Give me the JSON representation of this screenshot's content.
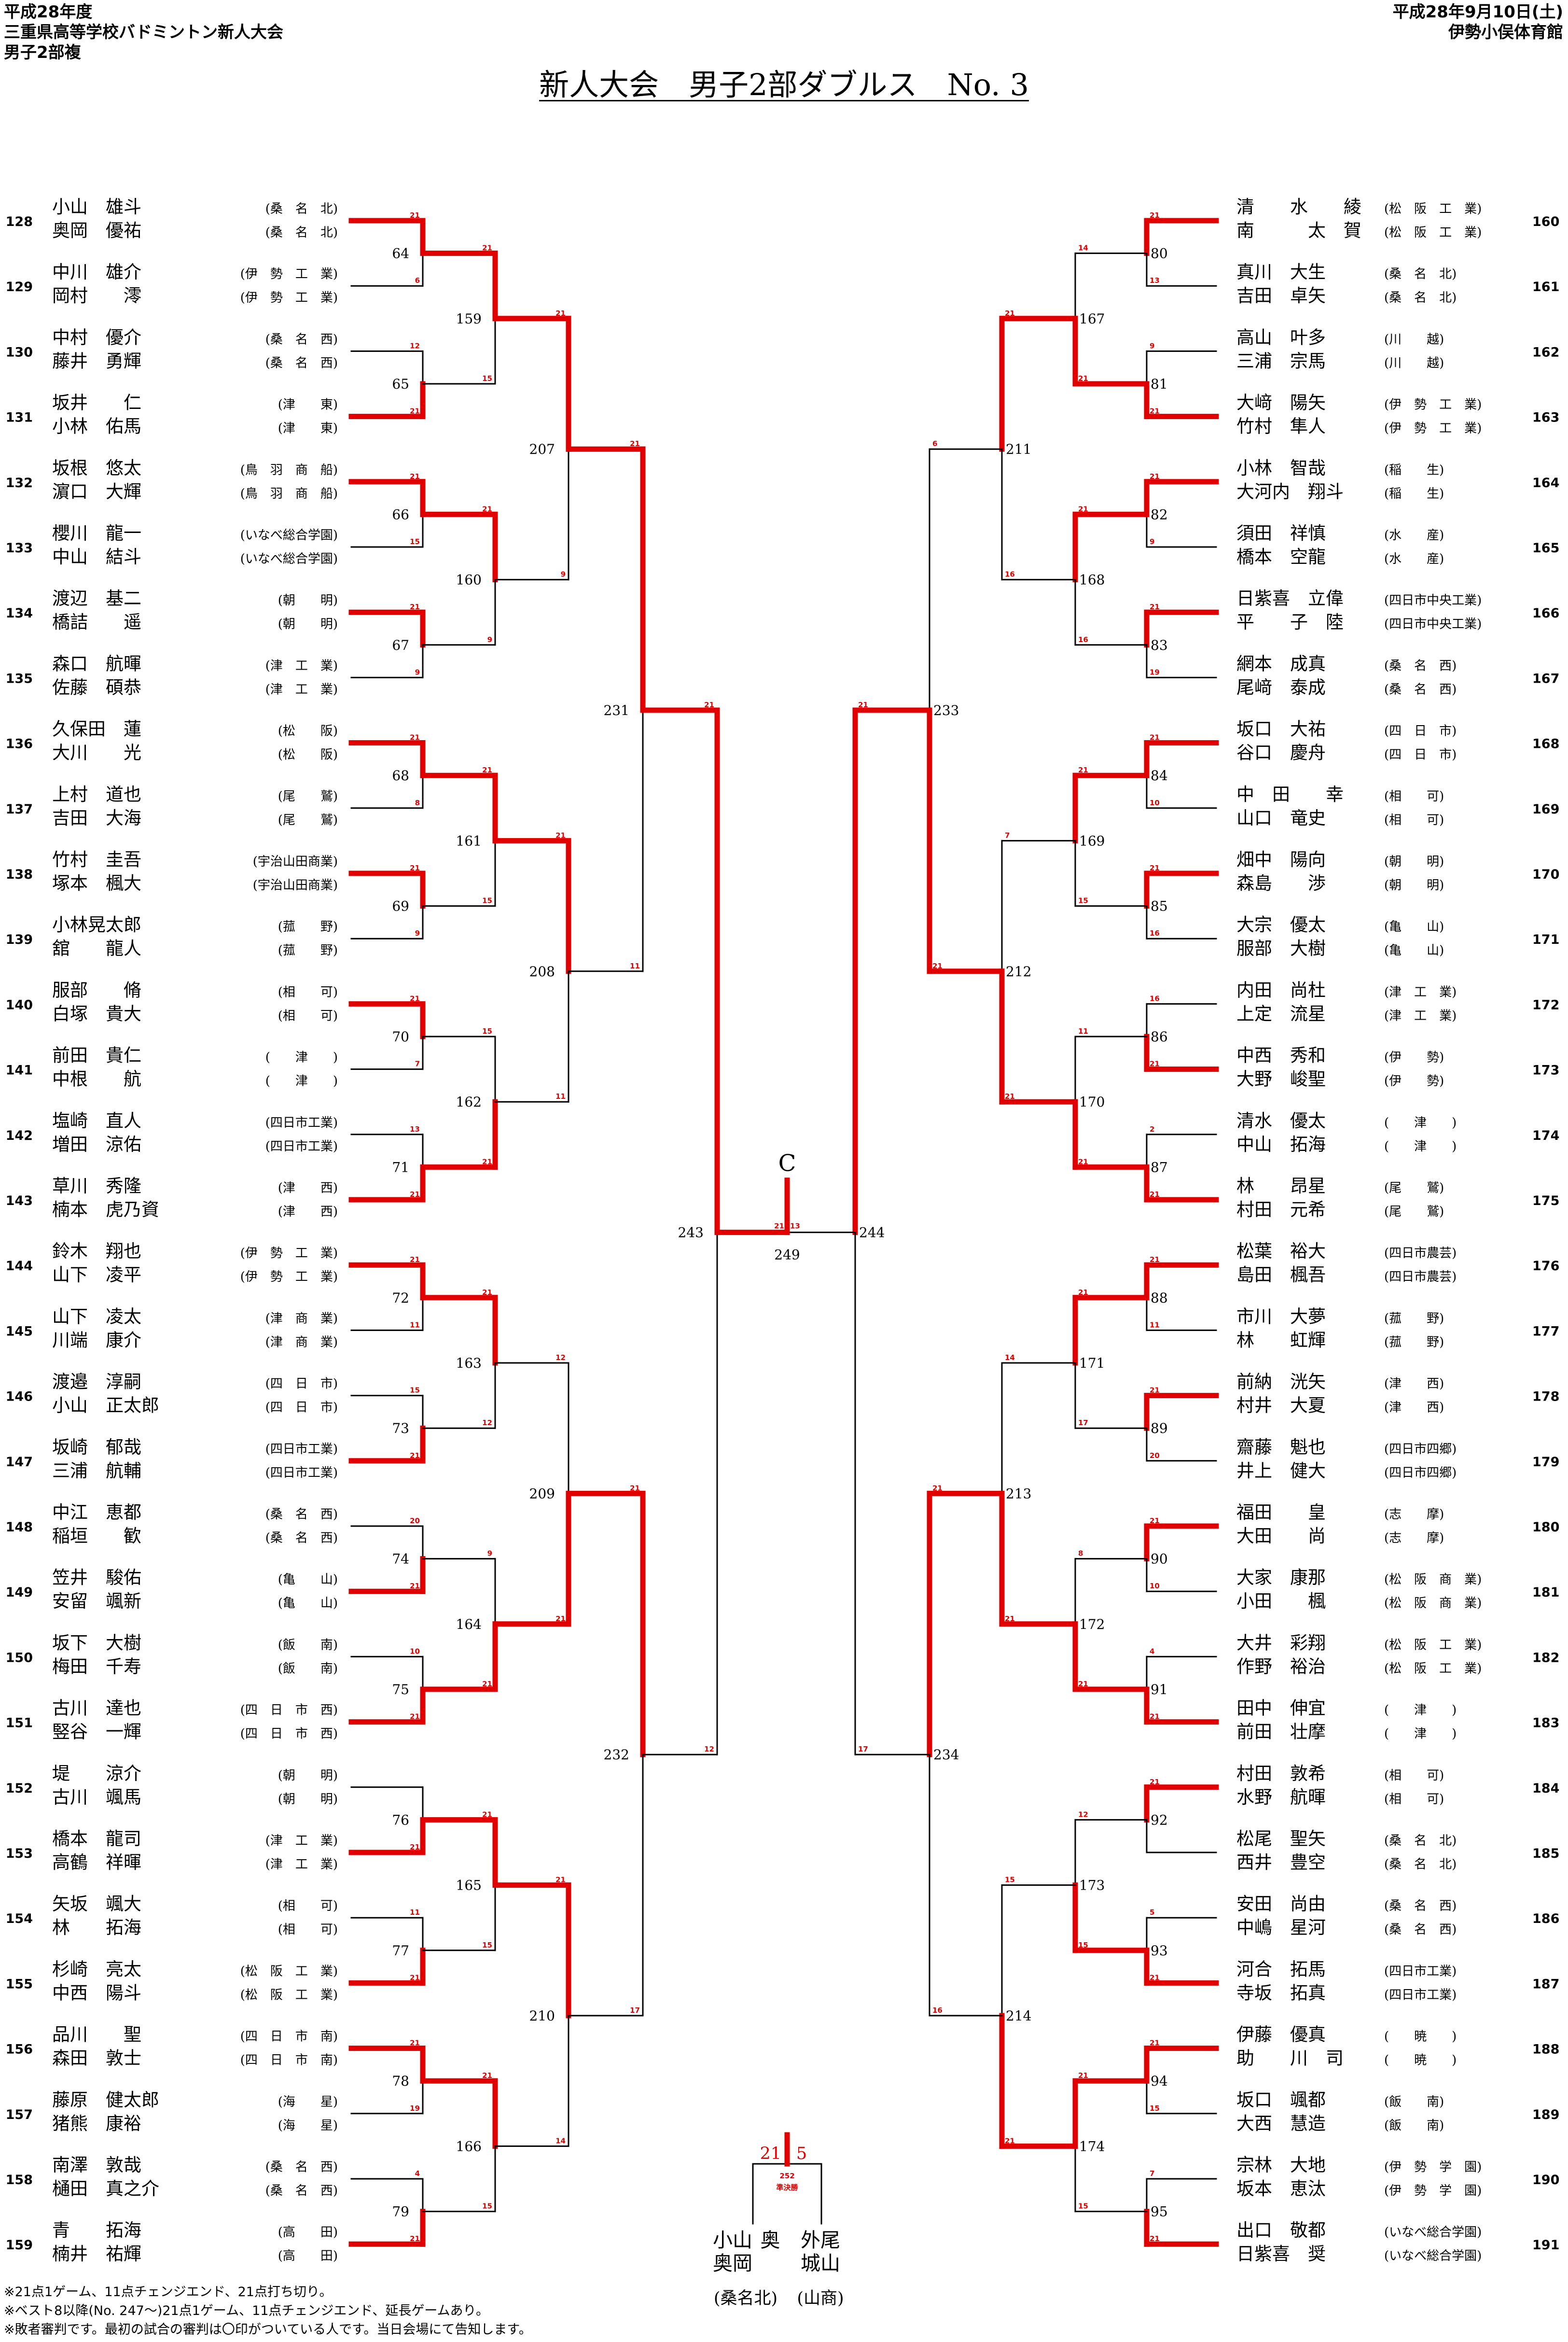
{
  "header": {
    "left": [
      "平成28年度",
      "三重県高等学校バドミントン新人大会",
      "男子2部複"
    ],
    "right": [
      "平成28年9月10日(土)",
      "伊勢小俣体育館"
    ]
  },
  "title": "新人大会　男子2部ダブルス　No. 3",
  "colors": {
    "winner_line": "#e00000",
    "line": "#000000"
  },
  "left_entries": [
    {
      "seed": "128",
      "p1": "小山　雄斗",
      "s1": "(桑　名　北)",
      "p2": "奥岡　優祐",
      "s2": "(桑　名　北)"
    },
    {
      "seed": "129",
      "p1": "中川　雄介",
      "s1": "(伊　勢　工　業)",
      "p2": "岡村　　澪",
      "s2": "(伊　勢　工　業)"
    },
    {
      "seed": "130",
      "p1": "中村　優介",
      "s1": "(桑　名　西)",
      "p2": "藤井　勇輝",
      "s2": "(桑　名　西)"
    },
    {
      "seed": "131",
      "p1": "坂井　　仁",
      "s1": "(津　　東)",
      "p2": "小林　佑馬",
      "s2": "(津　　東)"
    },
    {
      "seed": "132",
      "p1": "坂根　悠太",
      "s1": "(鳥　羽　商　船)",
      "p2": "濵口　大輝",
      "s2": "(鳥　羽　商　船)"
    },
    {
      "seed": "133",
      "p1": "櫻川　龍一",
      "s1": "(いなべ総合学園)",
      "p2": "中山　結斗",
      "s2": "(いなべ総合学園)"
    },
    {
      "seed": "134",
      "p1": "渡辺　基二",
      "s1": "(朝　　明)",
      "p2": "橋詰　　遥",
      "s2": "(朝　　明)"
    },
    {
      "seed": "135",
      "p1": "森口　航暉",
      "s1": "(津　工　業)",
      "p2": "佐藤　碩恭",
      "s2": "(津　工　業)"
    },
    {
      "seed": "136",
      "p1": "久保田　蓮",
      "s1": "(松　　阪)",
      "p2": "大川　　光",
      "s2": "(松　　阪)"
    },
    {
      "seed": "137",
      "p1": "上村　道也",
      "s1": "(尾　　鷲)",
      "p2": "吉田　大海",
      "s2": "(尾　　鷲)"
    },
    {
      "seed": "138",
      "p1": "竹村　圭吾",
      "s1": "(宇治山田商業)",
      "p2": "塚本　楓大",
      "s2": "(宇治山田商業)"
    },
    {
      "seed": "139",
      "p1": "小林晃太郎",
      "s1": "(菰　　野)",
      "p2": "舘　　龍人",
      "s2": "(菰　　野)"
    },
    {
      "seed": "140",
      "p1": "服部　　脩",
      "s1": "(相　　可)",
      "p2": "白塚　貴大",
      "s2": "(相　　可)"
    },
    {
      "seed": "141",
      "p1": "前田　貴仁",
      "s1": "(　　津　　)",
      "p2": "中根　　航",
      "s2": "(　　津　　)"
    },
    {
      "seed": "142",
      "p1": "塩崎　直人",
      "s1": "(四日市工業)",
      "p2": "増田　涼佑",
      "s2": "(四日市工業)"
    },
    {
      "seed": "143",
      "p1": "草川　秀隆",
      "s1": "(津　　西)",
      "p2": "楠本　虎乃資",
      "s2": "(津　　西)"
    },
    {
      "seed": "144",
      "p1": "鈴木　翔也",
      "s1": "(伊　勢　工　業)",
      "p2": "山下　凌平",
      "s2": "(伊　勢　工　業)"
    },
    {
      "seed": "145",
      "p1": "山下　凌太",
      "s1": "(津　商　業)",
      "p2": "川端　康介",
      "s2": "(津　商　業)"
    },
    {
      "seed": "146",
      "p1": "渡邉　淳嗣",
      "s1": "(四　日　市)",
      "p2": "小山　正太郎",
      "s2": "(四　日　市)"
    },
    {
      "seed": "147",
      "p1": "坂崎　郁哉",
      "s1": "(四日市工業)",
      "p2": "三浦　航輔",
      "s2": "(四日市工業)"
    },
    {
      "seed": "148",
      "p1": "中江　恵都",
      "s1": "(桑　名　西)",
      "p2": "稲垣　　歓",
      "s2": "(桑　名　西)"
    },
    {
      "seed": "149",
      "p1": "笠井　駿佑",
      "s1": "(亀　　山)",
      "p2": "安留　颯新",
      "s2": "(亀　　山)"
    },
    {
      "seed": "150",
      "p1": "坂下　大樹",
      "s1": "(飯　　南)",
      "p2": "梅田　千寿",
      "s2": "(飯　　南)"
    },
    {
      "seed": "151",
      "p1": "古川　達也",
      "s1": "(四　日　市　西)",
      "p2": "竪谷　一輝",
      "s2": "(四　日　市　西)"
    },
    {
      "seed": "152",
      "p1": "堤　　涼介",
      "s1": "(朝　　明)",
      "p2": "古川　颯馬",
      "s2": "(朝　　明)"
    },
    {
      "seed": "153",
      "p1": "橋本　龍司",
      "s1": "(津　工　業)",
      "p2": "高鶴　祥暉",
      "s2": "(津　工　業)"
    },
    {
      "seed": "154",
      "p1": "矢坂　颯大",
      "s1": "(相　　可)",
      "p2": "林　　拓海",
      "s2": "(相　　可)"
    },
    {
      "seed": "155",
      "p1": "杉崎　亮太",
      "s1": "(松　阪　工　業)",
      "p2": "中西　陽斗",
      "s2": "(松　阪　工　業)"
    },
    {
      "seed": "156",
      "p1": "品川　　聖",
      "s1": "(四　日　市　南)",
      "p2": "森田　敦士",
      "s2": "(四　日　市　南)"
    },
    {
      "seed": "157",
      "p1": "藤原　健太郎",
      "s1": "(海　　星)",
      "p2": "猪熊　康裕",
      "s2": "(海　　星)"
    },
    {
      "seed": "158",
      "p1": "南澤　敦哉",
      "s1": "(桑　名　西)",
      "p2": "樋田　真之介",
      "s2": "(桑　名　西)"
    },
    {
      "seed": "159",
      "p1": "青　　拓海",
      "s1": "(高　　田)",
      "p2": "楠井　祐輝",
      "s2": "(高　　田)"
    }
  ],
  "right_entries": [
    {
      "seed": "160",
      "p1": "清　　水　　綾",
      "s1": "(松　阪　工　業)",
      "p2": "南　　　太　賀",
      "s2": "(松　阪　工　業)"
    },
    {
      "seed": "161",
      "p1": "真川　大生",
      "s1": "(桑　名　北)",
      "p2": "吉田　卓矢",
      "s2": "(桑　名　北)"
    },
    {
      "seed": "162",
      "p1": "高山　叶多",
      "s1": "(川　　越)",
      "p2": "三浦　宗馬",
      "s2": "(川　　越)"
    },
    {
      "seed": "163",
      "p1": "大﨑　陽矢",
      "s1": "(伊　勢　工　業)",
      "p2": "竹村　隼人",
      "s2": "(伊　勢　工　業)"
    },
    {
      "seed": "164",
      "p1": "小林　智哉",
      "s1": "(稲　　生)",
      "p2": "大河内　翔斗",
      "s2": "(稲　　生)"
    },
    {
      "seed": "165",
      "p1": "須田　祥慎",
      "s1": "(水　　産)",
      "p2": "橋本　空龍",
      "s2": "(水　　産)"
    },
    {
      "seed": "166",
      "p1": "日紫喜　立偉",
      "s1": "(四日市中央工業)",
      "p2": "平　　子　陸",
      "s2": "(四日市中央工業)"
    },
    {
      "seed": "167",
      "p1": "網本　成真",
      "s1": "(桑　名　西)",
      "p2": "尾﨑　泰成",
      "s2": "(桑　名　西)"
    },
    {
      "seed": "168",
      "p1": "坂口　大祐",
      "s1": "(四　日　市)",
      "p2": "谷口　慶舟",
      "s2": "(四　日　市)"
    },
    {
      "seed": "169",
      "p1": "中　田　　幸",
      "s1": "(相　　可)",
      "p2": "山口　竜史",
      "s2": "(相　　可)"
    },
    {
      "seed": "170",
      "p1": "畑中　陽向",
      "s1": "(朝　　明)",
      "p2": "森島　　渉",
      "s2": "(朝　　明)"
    },
    {
      "seed": "171",
      "p1": "大宗　優太",
      "s1": "(亀　　山)",
      "p2": "服部　大樹",
      "s2": "(亀　　山)"
    },
    {
      "seed": "172",
      "p1": "内田　尚杜",
      "s1": "(津　工　業)",
      "p2": "上定　流星",
      "s2": "(津　工　業)"
    },
    {
      "seed": "173",
      "p1": "中西　秀和",
      "s1": "(伊　　勢)",
      "p2": "大野　峻聖",
      "s2": "(伊　　勢)"
    },
    {
      "seed": "174",
      "p1": "清水　優太",
      "s1": "(　　津　　)",
      "p2": "中山　拓海",
      "s2": "(　　津　　)"
    },
    {
      "seed": "175",
      "p1": "林　　昂星",
      "s1": "(尾　　鷲)",
      "p2": "村田　元希",
      "s2": "(尾　　鷲)"
    },
    {
      "seed": "176",
      "p1": "松葉　裕大",
      "s1": "(四日市農芸)",
      "p2": "島田　楓吾",
      "s2": "(四日市農芸)"
    },
    {
      "seed": "177",
      "p1": "市川　大夢",
      "s1": "(菰　　野)",
      "p2": "林　　虹輝",
      "s2": "(菰　　野)"
    },
    {
      "seed": "178",
      "p1": "前納　洸矢",
      "s1": "(津　　西)",
      "p2": "村井　大夏",
      "s2": "(津　　西)"
    },
    {
      "seed": "179",
      "p1": "齋藤　魁也",
      "s1": "(四日市四郷)",
      "p2": "井上　健大",
      "s2": "(四日市四郷)"
    },
    {
      "seed": "180",
      "p1": "福田　　皇",
      "s1": "(志　　摩)",
      "p2": "大田　　尚",
      "s2": "(志　　摩)"
    },
    {
      "seed": "181",
      "p1": "大家　康那",
      "s1": "(松　阪　商　業)",
      "p2": "小田　　楓",
      "s2": "(松　阪　商　業)"
    },
    {
      "seed": "182",
      "p1": "大井　彩翔",
      "s1": "(松　阪　工　業)",
      "p2": "作野　裕治",
      "s2": "(松　阪　工　業)"
    },
    {
      "seed": "183",
      "p1": "田中　伸宜",
      "s1": "(　　津　　)",
      "p2": "前田　壮摩",
      "s2": "(　　津　　)"
    },
    {
      "seed": "184",
      "p1": "村田　敦希",
      "s1": "(相　　可)",
      "p2": "水野　航暉",
      "s2": "(相　　可)"
    },
    {
      "seed": "185",
      "p1": "松尾　聖矢",
      "s1": "(桑　名　北)",
      "p2": "西井　豊空",
      "s2": "(桑　名　北)"
    },
    {
      "seed": "186",
      "p1": "安田　尚由",
      "s1": "(桑　名　西)",
      "p2": "中嶋　星河",
      "s2": "(桑　名　西)"
    },
    {
      "seed": "187",
      "p1": "河合　拓馬",
      "s1": "(四日市工業)",
      "p2": "寺坂　拓真",
      "s2": "(四日市工業)"
    },
    {
      "seed": "188",
      "p1": "伊藤　優真",
      "s1": "(　　暁　　)",
      "p2": "助　　川　司",
      "s2": "(　　暁　　)"
    },
    {
      "seed": "189",
      "p1": "坂口　颯都",
      "s1": "(飯　　南)",
      "p2": "大西　慧造",
      "s2": "(飯　　南)"
    },
    {
      "seed": "190",
      "p1": "宗林　大地",
      "s1": "(伊　勢　学　園)",
      "p2": "坂本　恵汰",
      "s2": "(伊　勢　学　園)"
    },
    {
      "seed": "191",
      "p1": "出口　敬都",
      "s1": "(いなべ総合学園)",
      "p2": "日紫喜　奨",
      "s2": "(いなべ総合学園)"
    }
  ],
  "left_rounds": [
    [
      {
        "no": "64",
        "s": [
          "21",
          "6"
        ],
        "w": 0
      },
      {
        "no": "65",
        "s": [
          "12",
          "21"
        ],
        "w": 1
      },
      {
        "no": "66",
        "s": [
          "21",
          "15"
        ],
        "w": 0
      },
      {
        "no": "67",
        "s": [
          "21",
          "9"
        ],
        "w": 0
      },
      {
        "no": "68",
        "s": [
          "21",
          "8"
        ],
        "w": 0
      },
      {
        "no": "69",
        "s": [
          "21",
          "9"
        ],
        "w": 0
      },
      {
        "no": "70",
        "s": [
          "21",
          "7"
        ],
        "w": 0
      },
      {
        "no": "71",
        "s": [
          "13",
          "21"
        ],
        "w": 1
      },
      {
        "no": "72",
        "s": [
          "21",
          "11"
        ],
        "w": 0
      },
      {
        "no": "73",
        "s": [
          "15",
          "21"
        ],
        "w": 1
      },
      {
        "no": "74",
        "s": [
          "20",
          "21"
        ],
        "w": 1
      },
      {
        "no": "75",
        "s": [
          "10",
          "21"
        ],
        "w": 1
      },
      {
        "no": "76",
        "s": [
          "",
          "21"
        ],
        "w": 1
      },
      {
        "no": "77",
        "s": [
          "11",
          "21"
        ],
        "w": 1
      },
      {
        "no": "78",
        "s": [
          "21",
          "19"
        ],
        "w": 0
      },
      {
        "no": "79",
        "s": [
          "4",
          "21"
        ],
        "w": 1
      }
    ],
    [
      {
        "no": "159",
        "s": [
          "21",
          "15"
        ],
        "w": 0
      },
      {
        "no": "160",
        "s": [
          "21",
          "9"
        ],
        "w": 0
      },
      {
        "no": "161",
        "s": [
          "21",
          "15"
        ],
        "w": 0
      },
      {
        "no": "162",
        "s": [
          "15",
          "21"
        ],
        "w": 1
      },
      {
        "no": "163",
        "s": [
          "21",
          "12"
        ],
        "w": 0
      },
      {
        "no": "164",
        "s": [
          "9",
          "21"
        ],
        "w": 1
      },
      {
        "no": "165",
        "s": [
          "21",
          "15"
        ],
        "w": 0
      },
      {
        "no": "166",
        "s": [
          "21",
          "15"
        ],
        "w": 0
      }
    ],
    [
      {
        "no": "207",
        "s": [
          "21",
          "9"
        ],
        "w": 0
      },
      {
        "no": "208",
        "s": [
          "21",
          "11"
        ],
        "w": 0
      },
      {
        "no": "209",
        "s": [
          "12",
          "21"
        ],
        "w": 1
      },
      {
        "no": "210",
        "s": [
          "21",
          "14"
        ],
        "w": 0
      }
    ],
    [
      {
        "no": "231",
        "s": [
          "21",
          "11"
        ],
        "w": 0
      },
      {
        "no": "232",
        "s": [
          "21",
          "17"
        ],
        "w": 0
      }
    ],
    [
      {
        "no": "243",
        "s": [
          "21",
          "12"
        ],
        "w": 0
      }
    ]
  ],
  "right_rounds": [
    [
      {
        "no": "80",
        "s": [
          "21",
          "13"
        ],
        "w": 0
      },
      {
        "no": "81",
        "s": [
          "9",
          "21"
        ],
        "w": 1
      },
      {
        "no": "82",
        "s": [
          "21",
          "9"
        ],
        "w": 0
      },
      {
        "no": "83",
        "s": [
          "21",
          "19"
        ],
        "w": 0
      },
      {
        "no": "84",
        "s": [
          "21",
          "10"
        ],
        "w": 0
      },
      {
        "no": "85",
        "s": [
          "21",
          "16"
        ],
        "w": 0
      },
      {
        "no": "86",
        "s": [
          "16",
          "21"
        ],
        "w": 1
      },
      {
        "no": "87",
        "s": [
          "2",
          "21"
        ],
        "w": 1
      },
      {
        "no": "88",
        "s": [
          "21",
          "11"
        ],
        "w": 0
      },
      {
        "no": "89",
        "s": [
          "21",
          "20"
        ],
        "w": 0
      },
      {
        "no": "90",
        "s": [
          "21",
          "10"
        ],
        "w": 0
      },
      {
        "no": "91",
        "s": [
          "4",
          "21"
        ],
        "w": 1
      },
      {
        "no": "92",
        "s": [
          "21",
          ""
        ],
        "w": 0
      },
      {
        "no": "93",
        "s": [
          "5",
          "21"
        ],
        "w": 1
      },
      {
        "no": "94",
        "s": [
          "21",
          "15"
        ],
        "w": 0
      },
      {
        "no": "95",
        "s": [
          "7",
          "21"
        ],
        "w": 1
      }
    ],
    [
      {
        "no": "167",
        "s": [
          "14",
          "21"
        ],
        "w": 1
      },
      {
        "no": "168",
        "s": [
          "21",
          "16"
        ],
        "w": 0
      },
      {
        "no": "169",
        "s": [
          "21",
          "15"
        ],
        "w": 0
      },
      {
        "no": "170",
        "s": [
          "11",
          "21"
        ],
        "w": 1
      },
      {
        "no": "171",
        "s": [
          "21",
          "17"
        ],
        "w": 0
      },
      {
        "no": "172",
        "s": [
          "8",
          "21"
        ],
        "w": 1
      },
      {
        "no": "173",
        "s": [
          "12",
          "15"
        ],
        "w": 1
      },
      {
        "no": "174",
        "s": [
          "21",
          "15"
        ],
        "w": 0
      }
    ],
    [
      {
        "no": "211",
        "s": [
          "21",
          "16"
        ],
        "w": 0
      },
      {
        "no": "212",
        "s": [
          "7",
          "21"
        ],
        "w": 1
      },
      {
        "no": "213",
        "s": [
          "14",
          "21"
        ],
        "w": 1
      },
      {
        "no": "214",
        "s": [
          "15",
          "21"
        ],
        "w": 1
      }
    ],
    [
      {
        "no": "233",
        "s": [
          "6",
          "21"
        ],
        "w": 1
      },
      {
        "no": "234",
        "s": [
          "21",
          "16"
        ],
        "w": 0
      }
    ],
    [
      {
        "no": "244",
        "s": [
          "21",
          "17"
        ],
        "w": 0
      }
    ]
  ],
  "final": {
    "no": "249",
    "label": "C",
    "scores": [
      "21",
      "13"
    ]
  },
  "third_place": {
    "no": "252",
    "label": "準決勝",
    "scores": [
      "21",
      "5"
    ],
    "pair1": {
      "names": [
        "小山",
        "奥岡"
      ],
      "school": "(桑名北)"
    },
    "pair2": {
      "names": [
        "外尾",
        "城山"
      ],
      "school": "(山商)"
    }
  },
  "notes": [
    "※21点1ゲーム、11点チェンジエンド、21点打ち切り。",
    "※ベスト8以降(No. 247〜)21点1ゲーム、11点チェンジエンド、延長ゲームあり。",
    "※敗者審判です。最初の試合の審判は〇印がついている人です。当日会場にて告知します。"
  ]
}
